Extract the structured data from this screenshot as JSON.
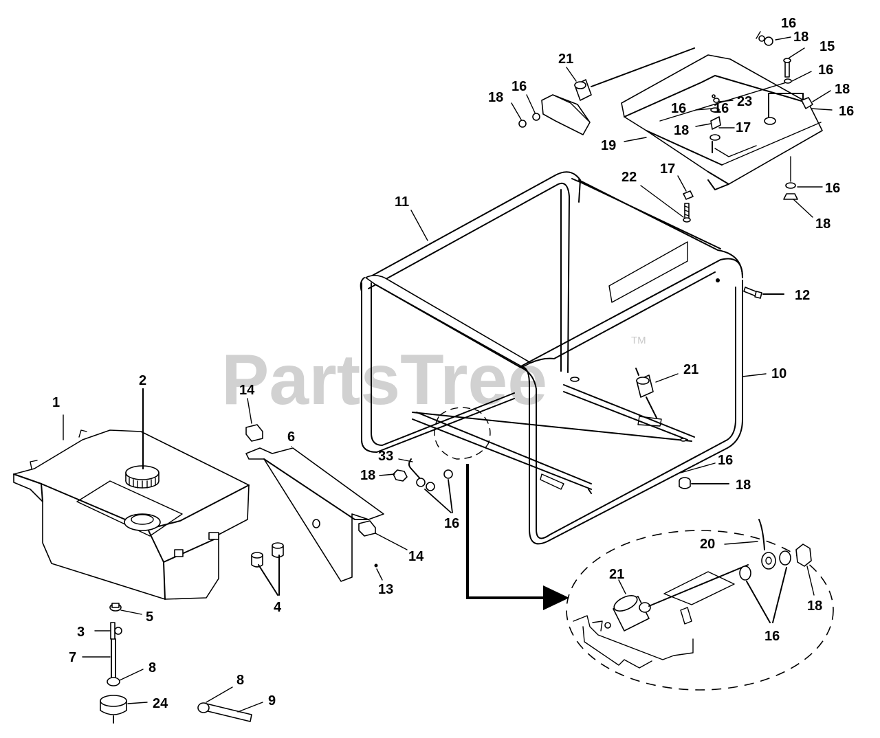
{
  "watermark": {
    "text": "PartsTree",
    "trademark": "TM"
  },
  "callouts": {
    "c1": "1",
    "c2": "2",
    "c3": "3",
    "c4": "4",
    "c5": "5",
    "c6": "6",
    "c7": "7",
    "c8a": "8",
    "c8b": "8",
    "c9": "9",
    "c10": "10",
    "c11": "11",
    "c12": "12",
    "c13": "13",
    "c14a": "14",
    "c14b": "14",
    "c15": "15",
    "c16a": "16",
    "c16b": "16",
    "c16c": "16",
    "c16d": "16",
    "c16e": "16",
    "c16f": "16",
    "c16g": "16",
    "c16h": "16",
    "c16i": "16",
    "c16j": "16",
    "c17a": "17",
    "c17b": "17",
    "c18a": "18",
    "c18b": "18",
    "c18c": "18",
    "c18d": "18",
    "c18e": "18",
    "c18f": "18",
    "c18g": "18",
    "c18h": "18",
    "c19": "19",
    "c20": "20",
    "c21a": "21",
    "c21b": "21",
    "c21c": "21",
    "c22": "22",
    "c23": "23",
    "c24": "24",
    "c33": "33"
  }
}
